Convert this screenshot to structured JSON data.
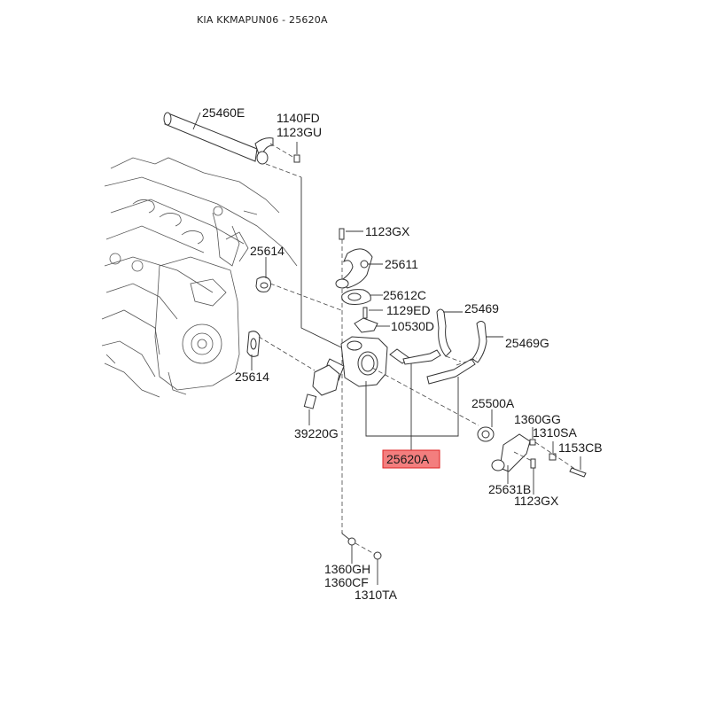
{
  "title": "KIA KKMAPUN06 - 25620A",
  "highlight_color": "#f37e7e",
  "labels": {
    "p25460E": "25460E",
    "p1140FD": "1140FD",
    "p1123GU": "1123GU",
    "p1123GX_top": "1123GX",
    "p25611": "25611",
    "p25614_a": "25614",
    "p25612C": "25612C",
    "p1129ED": "1129ED",
    "p25469": "25469",
    "p10530D": "10530D",
    "p25469G": "25469G",
    "p25614_b": "25614",
    "p25500A": "25500A",
    "p1360GG": "1360GG",
    "p1310SA": "1310SA",
    "p1153CB": "1153CB",
    "p39220G": "39220G",
    "p25620A": "25620A",
    "p25631B": "25631B",
    "p1123GX_bot": "1123GX",
    "p1360GH": "1360GH",
    "p1360CF": "1360CF",
    "p1310TA": "1310TA"
  }
}
